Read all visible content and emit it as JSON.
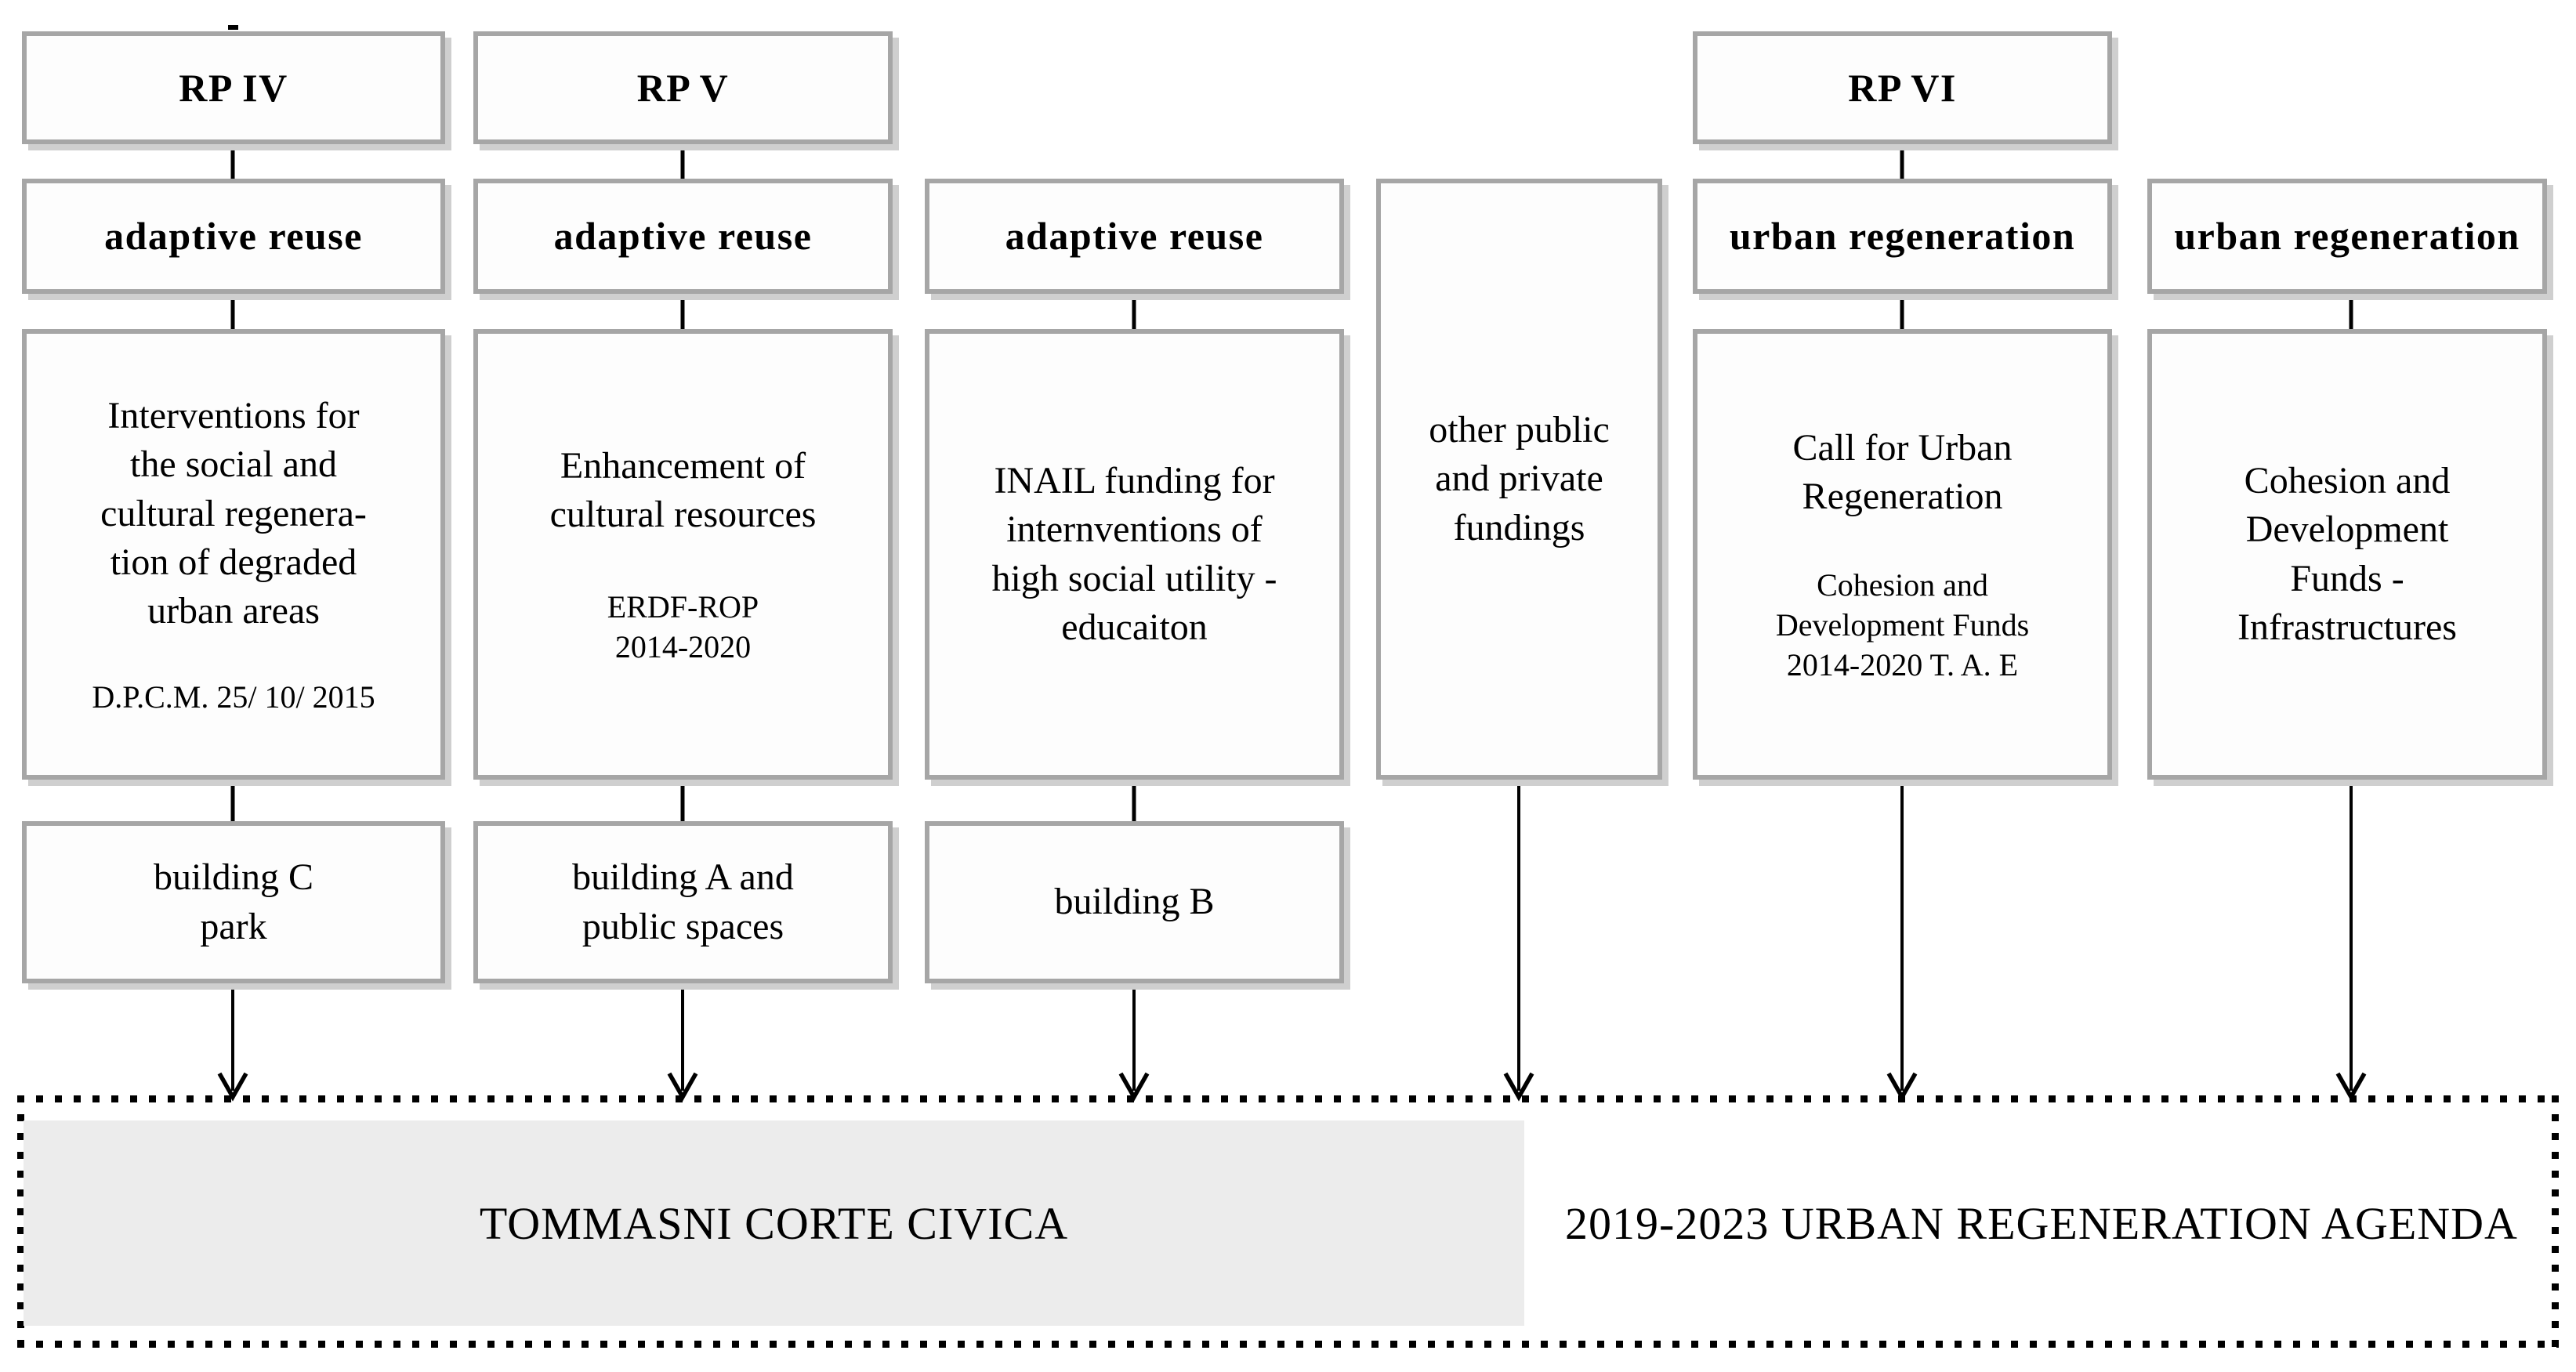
{
  "colors": {
    "box_border": "#a6a6a6",
    "box_fill": "#fdfdfd",
    "banner_fill": "#ececec",
    "line_color": "#000000",
    "dotted_outline": "#000000"
  },
  "columns": {
    "col1": {
      "program": "RP IV",
      "category": "adaptive reuse",
      "main": "Interventions for\nthe social and\ncultural regenera-\ntion of degraded\nurban areas",
      "sub": "D.P.C.M. 25/ 10/ 2015",
      "building": "building C\npark"
    },
    "col2": {
      "program": "RP V",
      "category": "adaptive reuse",
      "main": "Enhancement of\ncultural resources",
      "sub": "ERDF-ROP\n2014-2020",
      "building": "building A and\npublic spaces"
    },
    "col3": {
      "category": "adaptive reuse",
      "main": "INAIL funding for\ninternventions of\nhigh social utility -\neducaiton",
      "building": "building B"
    },
    "col4": {
      "main": "other public\nand private\nfundings"
    },
    "col5": {
      "program": "RP VI",
      "category": "urban regeneration",
      "main": "Call for Urban\nRegeneration",
      "sub": "Cohesion and\nDevelopment Funds\n2014-2020 T. A. E"
    },
    "col6": {
      "category": "urban regeneration",
      "main": "Cohesion and\nDevelopment\nFunds -\nInfrastructures"
    }
  },
  "banner": {
    "project": "TOMMASNI CORTE CIVICA",
    "agenda": "2019-2023 URBAN REGENERATION AGENDA"
  }
}
